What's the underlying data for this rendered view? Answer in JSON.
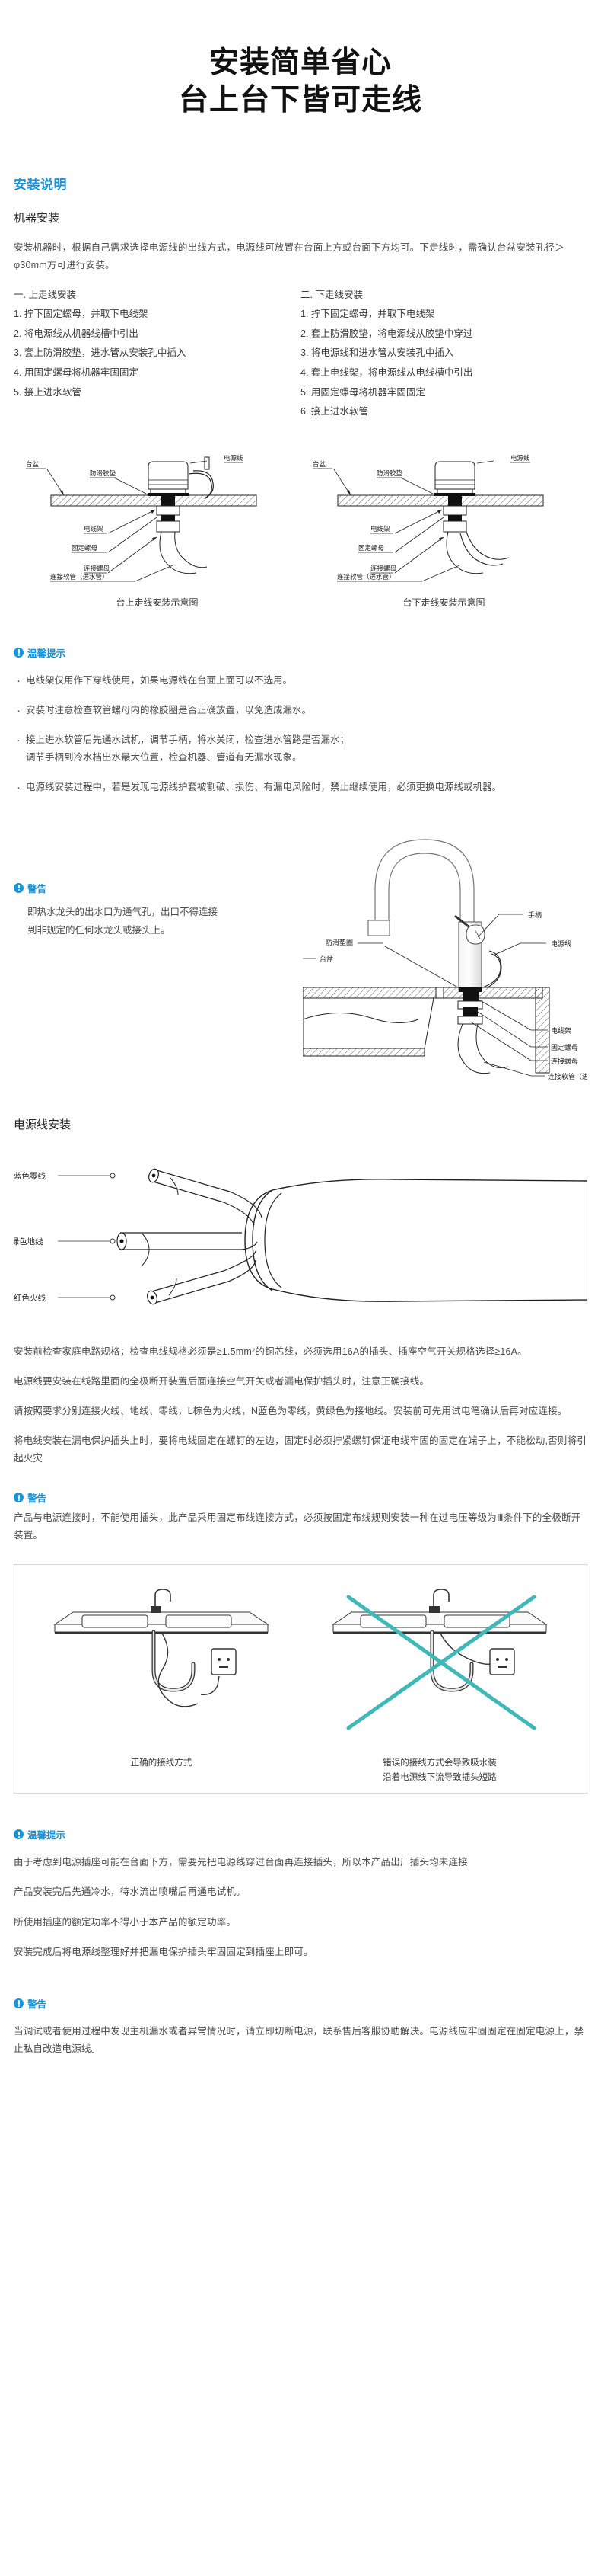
{
  "hero": {
    "line1": "安装简单省心",
    "line2": "台上台下皆可走线"
  },
  "section": {
    "blue_title": "安装说明",
    "sub_title": "机器安装",
    "intro": "安装机器时，根据自己需求选择电源线的出线方式，电源线可放置在台面上方或台面下方均可。下走线时，需确认台盆安装孔径＞φ30mm方可进行安装。"
  },
  "steps": {
    "left": {
      "head": "一. 上走线安装",
      "items": [
        "1. 拧下固定螺母，并取下电线架",
        "2. 将电源线从机器线槽中引出",
        "3. 套上防滑胶垫，进水管从安装孔中插入",
        "4. 用固定螺母将机器牢固固定",
        "5. 接上进水软管"
      ]
    },
    "right": {
      "head": "二. 下走线安装",
      "items": [
        "1. 拧下固定螺母，并取下电线架",
        "2. 套上防滑胶垫，将电源线从胶垫中穿过",
        "3. 将电源线和进水管从安装孔中插入",
        "4. 套上电线架，将电源线从电线槽中引出",
        "5. 用固定螺母将机器牢固固定",
        "6. 接上进水软管"
      ]
    }
  },
  "diagram_left": {
    "caption": "台上走线安装示意图",
    "labels": {
      "basin": "台盆",
      "pad": "防滑胶垫",
      "power": "电源线",
      "rack": "电线架",
      "fix_nut": "固定螺母",
      "conn_nut": "连接螺母",
      "hose": "连接软管（进水管）"
    }
  },
  "diagram_right": {
    "caption": "台下走线安装示意图",
    "labels": {
      "basin": "台盆",
      "pad": "防滑胶垫",
      "power": "电源线",
      "rack": "电线架",
      "fix_nut": "固定螺母",
      "conn_nut": "连接螺母",
      "hose": "连接软管（进水管）"
    }
  },
  "tips1": {
    "title": "温馨提示",
    "items": [
      "电线架仅用作下穿线使用，如果电源线在台面上面可以不选用。",
      "安装时注意检查软管螺母内的橡胶圈是否正确放置，以免造成漏水。",
      "接上进水软管后先通水试机，调节手柄，将水关闭，检查进水管路是否漏水；",
      "调节手柄到冷水档出水最大位置，检查机器、管道有无漏水现象。",
      "电源线安装过程中，若是发现电源线护套被割破、损伤、有漏电风险时，禁止继续使用，必须更换电源线或机器。"
    ]
  },
  "warning1": {
    "title": "警告",
    "line1": "即热水龙头的出水口为通气孔，出口不得连接",
    "line2": "到非规定的任何水龙头或接头上。"
  },
  "faucet_labels": {
    "handle": "手柄",
    "power": "电源线",
    "pad": "防滑垫圈",
    "basin": "台盆",
    "rack": "电线架",
    "fix_nut": "固定螺母",
    "conn_nut": "连接螺母",
    "hose": "连接软管（进水管）"
  },
  "cable": {
    "title": "电源线安装",
    "labels": {
      "blue": "蓝色零线",
      "yellow_green": "黄绿色地线",
      "red": "红色火线"
    }
  },
  "cable_paras": [
    "安装前检查家庭电路规格；检查电线规格必须是≥1.5mm²的铜芯线，必须选用16A的插头、插座空气开关规格选择≥16A。",
    "电源线要安装在线路里面的全极断开装置后面连接空气开关或者漏电保护插头时，注意正确接线。",
    "请按照要求分别连接火线、地线、零线，L棕色为火线，N蓝色为零线，黄绿色为接地线。安装前可先用试电笔确认后再对应连接。",
    "将电线安装在漏电保护插头上时，要将电线固定在螺钉的左边，固定时必须拧紧螺钉保证电线牢固的固定在端子上，不能松动,否则将引起火灾"
  ],
  "warning2": {
    "title": "警告",
    "text": "产品与电源连接时，不能使用插头，此产品采用固定布线连接方式，必须按固定布线规则安装一种在过电压等级为Ⅲ条件下的全极断开装置。"
  },
  "figures": {
    "correct_caption": "正确的接线方式",
    "wrong_caption_l1": "错误的接线方式会导致吸水装",
    "wrong_caption_l2": "沿着电源线下流导致插头短路"
  },
  "tips2": {
    "title": "温馨提示",
    "items": [
      "由于考虑到电源插座可能在台面下方，需要先把电源线穿过台面再连接插头，所以本产品出厂插头均未连接",
      "产品安装完后先通冷水，待水流出喷嘴后再通电试机。",
      "所使用插座的额定功率不得小于本产品的额定功率。",
      "安装完成后将电源线整理好并把漏电保护插头牢固固定到插座上即可。"
    ]
  },
  "warning3": {
    "title": "警告",
    "text": "当调试或者使用过程中发现主机漏水或者异常情况时，请立即切断电源，联系售后客服协助解决。电源线应牢固固定在固定电源上，禁止私自改造电源线。"
  },
  "colors": {
    "brand_blue": "#1a94d8",
    "body_text": "#4a4a4a",
    "heading": "#111111"
  }
}
